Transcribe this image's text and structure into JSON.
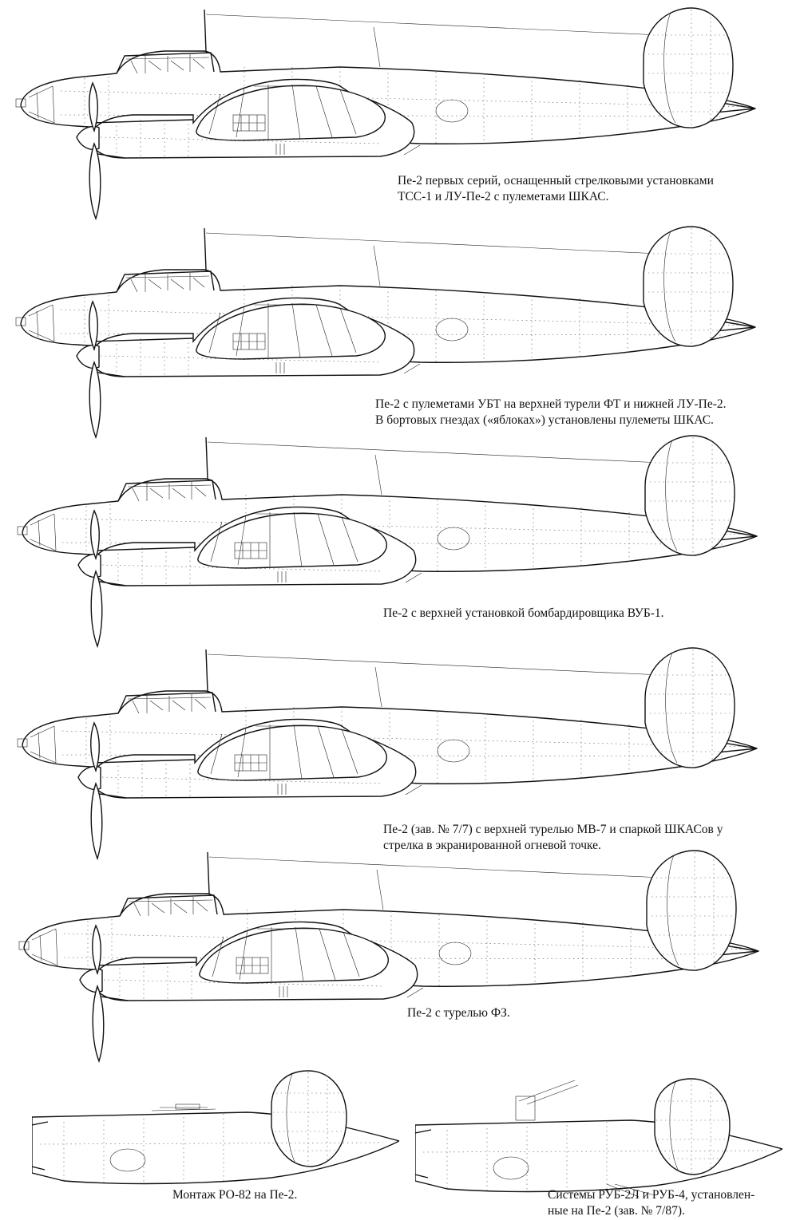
{
  "figures": [
    {
      "id": "pe2-early",
      "caption": [
        "Пе-2 первых серий, оснащенный стрелковыми установками",
        "ТСС-1 и ЛУ-Пе-2 с пулеметами ШКАС."
      ]
    },
    {
      "id": "pe2-ubt",
      "caption": [
        "Пе-2 с пулеметами УБТ на верхней турели ФТ и нижней ЛУ-Пе-2.",
        "В бортовых гнездах («яблоках») установлены пулеметы ШКАС."
      ]
    },
    {
      "id": "pe2-vub1",
      "caption": [
        "Пе-2 с верхней установкой бомбардировщика ВУБ-1."
      ]
    },
    {
      "id": "pe2-mv7",
      "caption": [
        "Пе-2 (зав. № 7/7) с верхней турелью МВ-7 и спаркой ШКАСов у",
        "стрелка в экранированной огневой точке."
      ]
    },
    {
      "id": "pe2-fz",
      "caption": [
        "Пе-2 с турелью ФЗ."
      ]
    },
    {
      "id": "ro82",
      "caption": [
        "Монтаж РО-82 на Пе-2."
      ]
    },
    {
      "id": "rub",
      "caption": [
        "Системы РУБ-2Л и РУБ-4, установлен-",
        "ные на Пе-2 (зав. № 7/87)."
      ]
    }
  ]
}
